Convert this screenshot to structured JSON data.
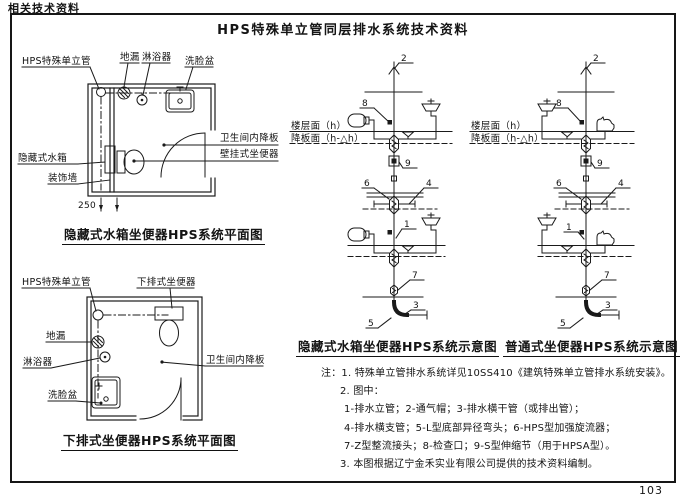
{
  "header": {
    "corner_label": "相关技术资料",
    "title": "HPS特殊单立管同层排水系统技术资料",
    "page_number": "103"
  },
  "plan_top": {
    "caption": "隐藏式水箱坐便器HPS系统平面图",
    "labels": {
      "riser": "HPS特殊单立管",
      "floor_drain": "地漏",
      "shower": "淋浴器",
      "wash_basin": "洗脸盆",
      "sunken_slab": "卫生间内降板",
      "wall_hung_toilet": "壁挂式坐便器",
      "concealed_tank": "隐藏式水箱",
      "decorative_wall": "装饰墙",
      "dimension": "250"
    }
  },
  "plan_bottom": {
    "caption": "下排式坐便器HPS系统平面图",
    "labels": {
      "riser": "HPS特殊单立管",
      "bottom_outlet_toilet": "下排式坐便器",
      "floor_drain": "地漏",
      "shower": "淋浴器",
      "wash_basin": "洗脸盆",
      "sunken_slab": "卫生间内降板"
    }
  },
  "schematic_left": {
    "caption": "隐藏式水箱坐便器HPS系统示意图",
    "floor_level": "楼层面（h）",
    "slab_level": "降板面（h-△h）",
    "callouts": {
      "n1": "1",
      "n2": "2",
      "n3": "3",
      "n4": "4",
      "n5": "5",
      "n6": "6",
      "n7": "7",
      "n8": "8",
      "n9": "9"
    }
  },
  "schematic_right": {
    "caption": "普通式坐便器HPS系统示意图",
    "floor_level": "楼层面（h）",
    "slab_level": "降板面（h-△h）",
    "callouts": {
      "n1": "1",
      "n2": "2",
      "n3": "3",
      "n4": "4",
      "n5": "5",
      "n6": "6",
      "n7": "7",
      "n8": "8",
      "n9": "9"
    }
  },
  "notes": {
    "prefix": "注：",
    "line1": "1. 特殊单立管排水系统详见10SS410《建筑特殊单立管排水系统安装》。",
    "line2": "2. 图中：",
    "line3": "1-排水立管；2-通气帽；3-排水横干管（或排出管）；",
    "line4": "4-排水横支管；5-L型底部异径弯头；6-HPS型加强旋流器；",
    "line5": "7-Z型整流接头；8-检查口；9-S型伸缩节（用于HPSA型）。",
    "line6": "3. 本图根据辽宁金禾实业有限公司提供的技术资料编制。"
  }
}
